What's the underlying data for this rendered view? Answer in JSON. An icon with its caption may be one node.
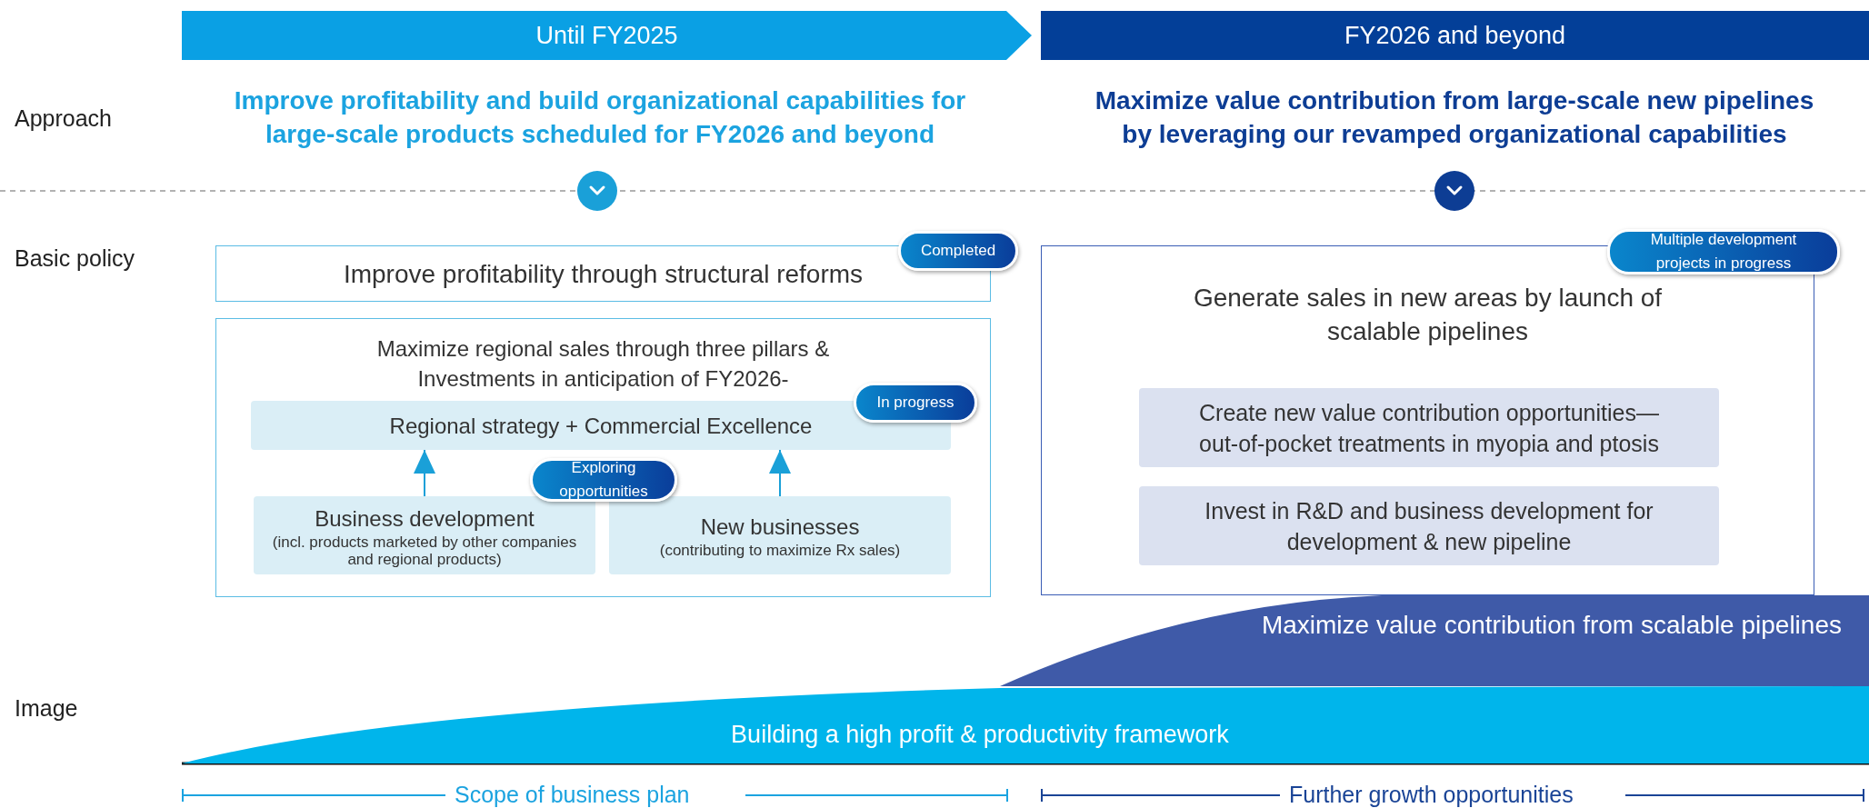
{
  "diagram": {
    "nodes": [
      {
        "text": [
          "Until FY2025"
        ]
      },
      {
        "text": [
          "FY2026 and beyond"
        ]
      },
      {
        "text": [
          "Improve profitability through structural reforms"
        ]
      },
      {
        "text": [
          "Completed"
        ]
      },
      {
        "text": [
          "Maximize regional sales through three pillars & Investments in anticipation of FY2026-"
        ]
      },
      {
        "text": [
          "Regional strategy + Commercial Excellence"
        ],
        "in": 4
      },
      {
        "text": [
          "In progress"
        ],
        "in": 4
      },
      {
        "text": [
          "Exploring opportunities"
        ],
        "in": 4
      },
      {
        "text": [
          "Business development",
          "(incl. products marketed by other companies and regional products)"
        ],
        "in": 4
      },
      {
        "text": [
          "New businesses",
          "(contributing to maximize Rx sales)"
        ],
        "in": 4
      },
      {
        "text": [
          "Generate sales in new areas by launch of scalable pipelines"
        ]
      },
      {
        "text": [
          "Multiple development projects in progress"
        ]
      },
      {
        "text": [
          "Create new value contribution opportunities—out-of-pocket treatments in myopia and ptosis"
        ],
        "in": 10
      },
      {
        "text": [
          "Invest in R&D and business development for development & new pipeline"
        ],
        "in": 10
      },
      {
        "text": [
          "Maximize value contribution from scalable pipelines"
        ]
      },
      {
        "text": [
          "Building a high profit & productivity framework"
        ]
      }
    ],
    "edges": [
      {
        "from": 8,
        "to": 5,
        "arrow": "to"
      },
      {
        "from": 9,
        "to": 5,
        "arrow": "to"
      }
    ],
    "labels": [
      "Approach",
      "Improve profitability and build organizational capabilities for large-scale products scheduled for FY2026 and beyond",
      "Maximize value contribution from large-scale new pipelines by leveraging our revamped organizational capabilities",
      "Basic policy",
      "Image",
      "Scope of business plan",
      "Further growth opportunities"
    ]
  }
}
